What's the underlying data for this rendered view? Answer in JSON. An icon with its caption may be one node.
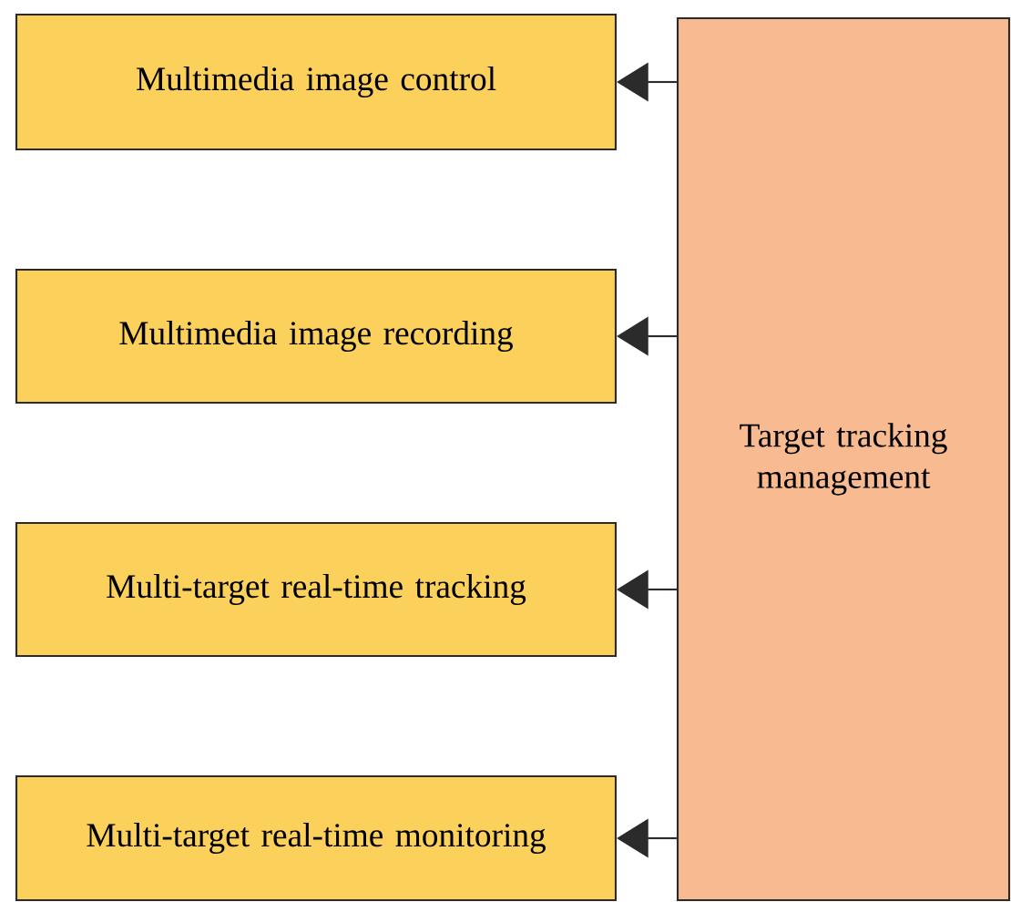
{
  "diagram": {
    "nodes": [
      {
        "text": [
          "Multimedia image control"
        ]
      },
      {
        "text": [
          "Multimedia image recording"
        ]
      },
      {
        "text": [
          "Multi-target real-time tracking"
        ]
      },
      {
        "text": [
          "Multi-target real-time monitoring"
        ]
      },
      {
        "text": [
          "Target tracking management"
        ]
      }
    ],
    "edges": [
      {
        "from": 4,
        "to": 0,
        "arrow": "to"
      },
      {
        "from": 4,
        "to": 1,
        "arrow": "to"
      },
      {
        "from": 4,
        "to": 2,
        "arrow": "to"
      },
      {
        "from": 4,
        "to": 3,
        "arrow": "to"
      }
    ]
  }
}
